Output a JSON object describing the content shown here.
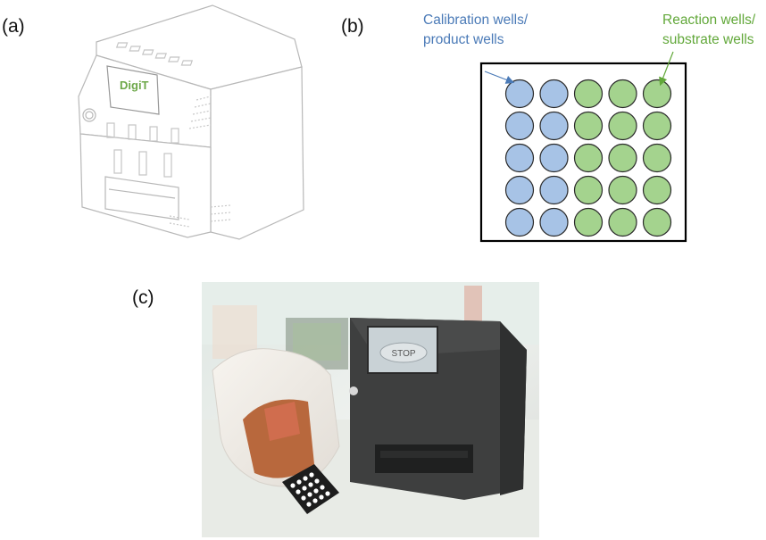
{
  "panels": {
    "a": {
      "label": "(a)",
      "device_logo": "DigiT"
    },
    "b": {
      "label": "(b)",
      "calibration_label": [
        "Calibration wells/",
        "product wells"
      ],
      "reaction_label": [
        "Reaction wells/",
        "substrate wells"
      ],
      "grid": {
        "rows": 5,
        "calibration_columns": 2,
        "reaction_columns": 3
      },
      "colors": {
        "calibration_fill": "#a7c3e6",
        "reaction_fill": "#a4d38e",
        "calibration_text": "#4a7ab7",
        "reaction_text": "#62a83a"
      }
    },
    "c": {
      "label": "(c)",
      "screen_text": "STOP"
    }
  }
}
